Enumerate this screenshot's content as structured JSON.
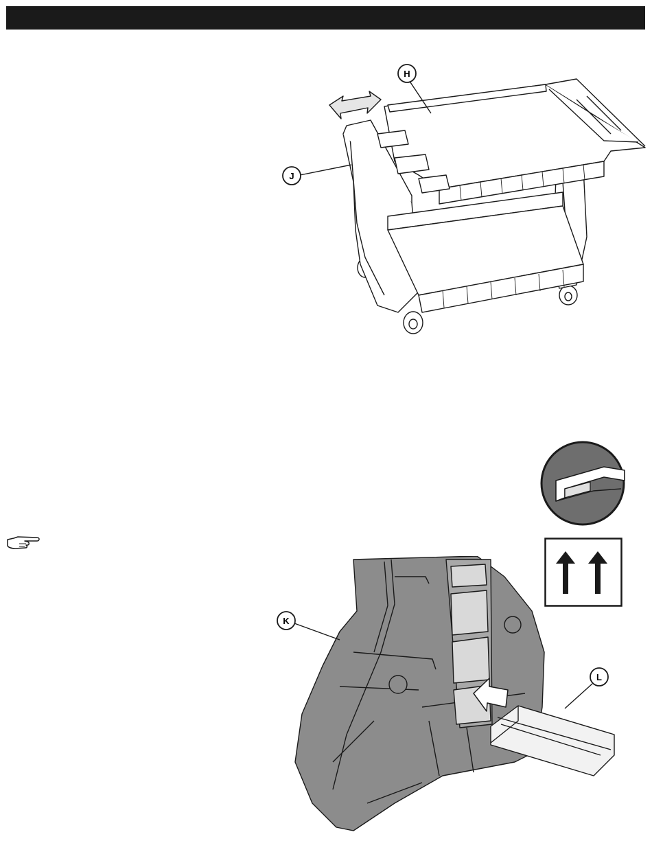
{
  "page": {
    "header_bar_color": "#1a1a1a"
  },
  "figure_top": {
    "callouts": {
      "h": "H",
      "j": "J"
    },
    "icons": [
      "slide-direction-arrow-icon",
      "utility-cart-illustration"
    ]
  },
  "figure_bottom": {
    "callouts": {
      "k": "K",
      "l": "L"
    },
    "icons": [
      "channel-detail-icon",
      "this-side-up-arrows-icon",
      "cart-leg-illustration",
      "channel-rail-illustration",
      "insert-direction-arrow-icon"
    ]
  },
  "note": {
    "icon": "pointing-hand-icon"
  },
  "colors": {
    "part_gray": "#8c8c8c",
    "dark_gray": "#6e6e6e",
    "light_gray": "#d9d9d9",
    "line": "#1a1a1a"
  }
}
